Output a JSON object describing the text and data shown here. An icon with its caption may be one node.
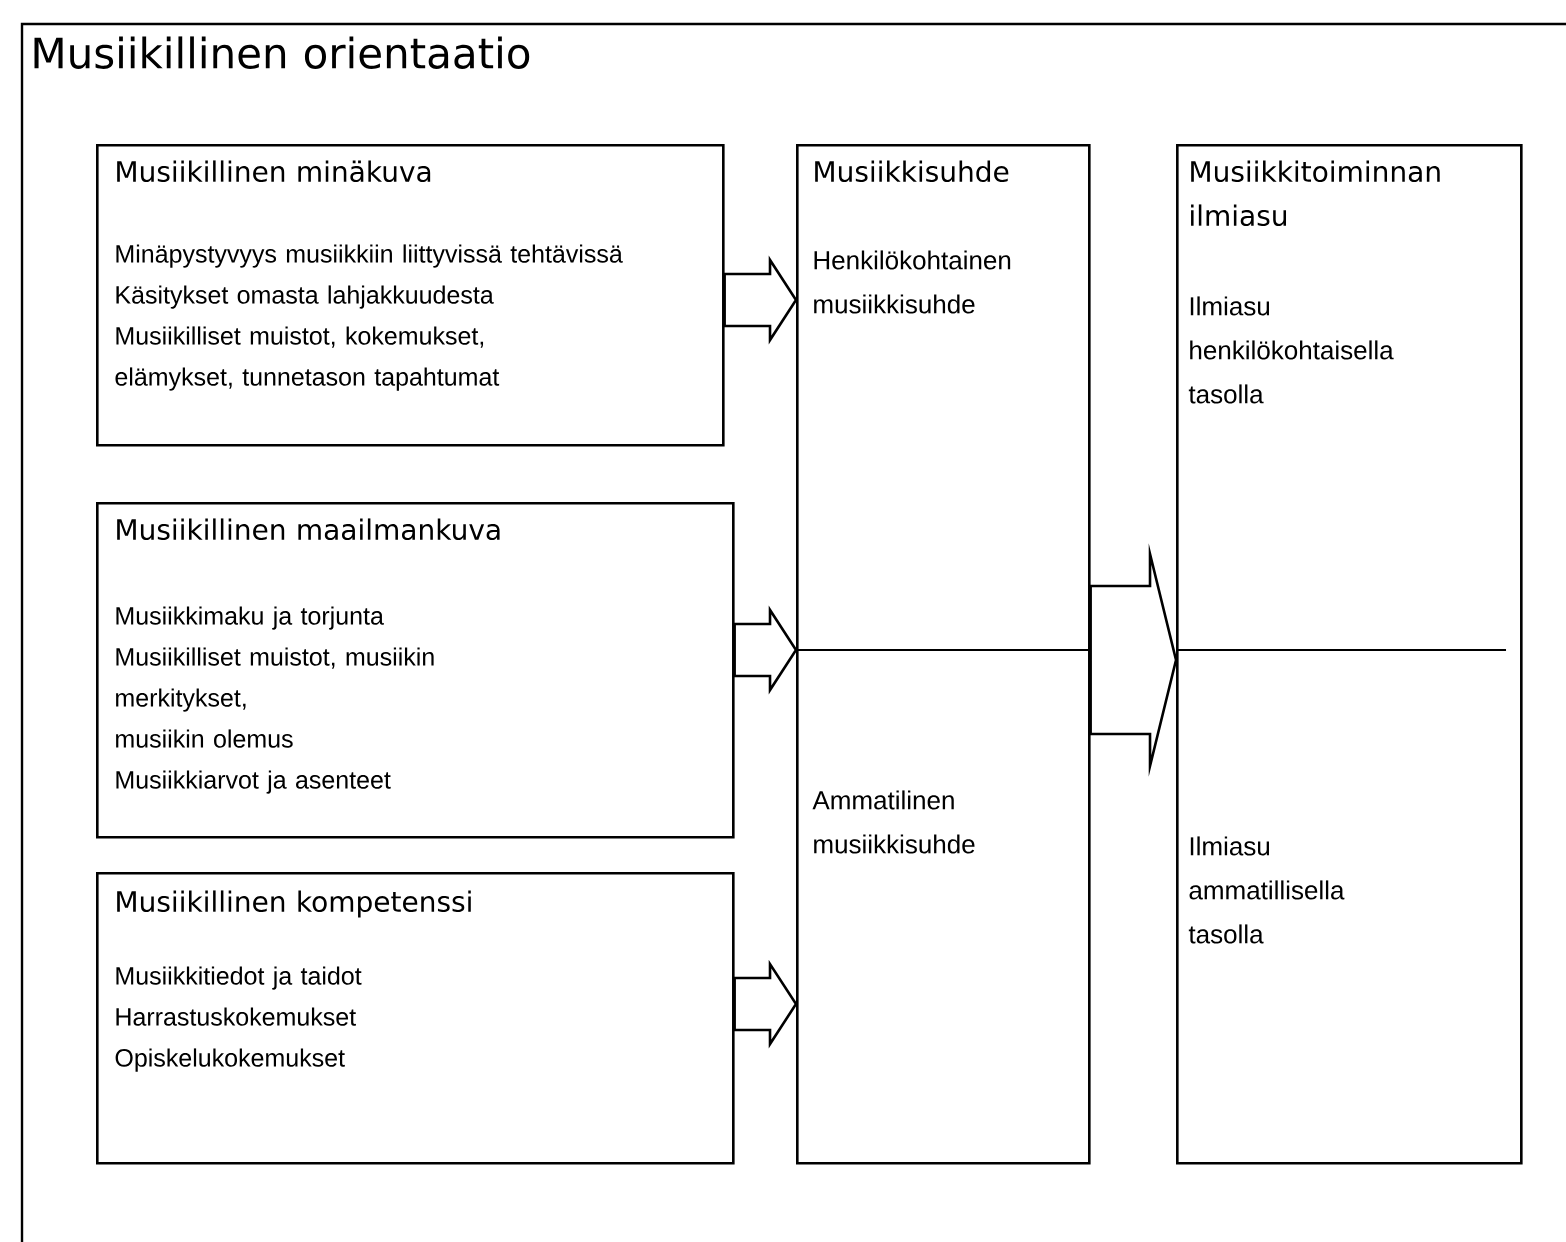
{
  "diagram": {
    "nodes": [
      {
        "text": [
          "Musiikillinen orientaatio"
        ]
      },
      {
        "text": [
          "Musiikillinen minäkuva",
          "Minäpystyvyys musiikkiin liittyvissä tehtävissä",
          "Käsitykset omasta lahjakkuudesta",
          "Musiikilliset muistot, kokemukset, elämykset, tunnetason tapahtumat"
        ],
        "in": 0
      },
      {
        "text": [
          "Musiikillinen maailmankuva",
          "Musiikkimaku ja torjunta",
          "Musiikilliset muistot, musiikin merkitykset,",
          "musiikin olemus",
          "Musiikkiarvot ja asenteet"
        ],
        "in": 0
      },
      {
        "text": [
          "Musiikillinen kompetenssi",
          "Musiikkitiedot ja taidot",
          "Harrastuskokemukset",
          "Opiskelukokemukset"
        ],
        "in": 0
      },
      {
        "text": [
          "Musiikkisuhde",
          "Henkilökohtainen musiikkisuhde",
          "Ammatilinen musiikkisuhde"
        ],
        "in": 0
      },
      {
        "text": [
          "Musiikkitoiminnan ilmiasu",
          "Ilmiasu henkilökohtaisella tasolla",
          "Ilmiasu ammatillisella tasolla"
        ],
        "in": 0
      }
    ],
    "edges": [
      {
        "from": 1,
        "to": 4,
        "arrow": "to"
      },
      {
        "from": 2,
        "to": 4,
        "arrow": "to"
      },
      {
        "from": 3,
        "to": 4,
        "arrow": "to"
      },
      {
        "from": 4,
        "to": 5,
        "arrow": "to"
      }
    ]
  }
}
